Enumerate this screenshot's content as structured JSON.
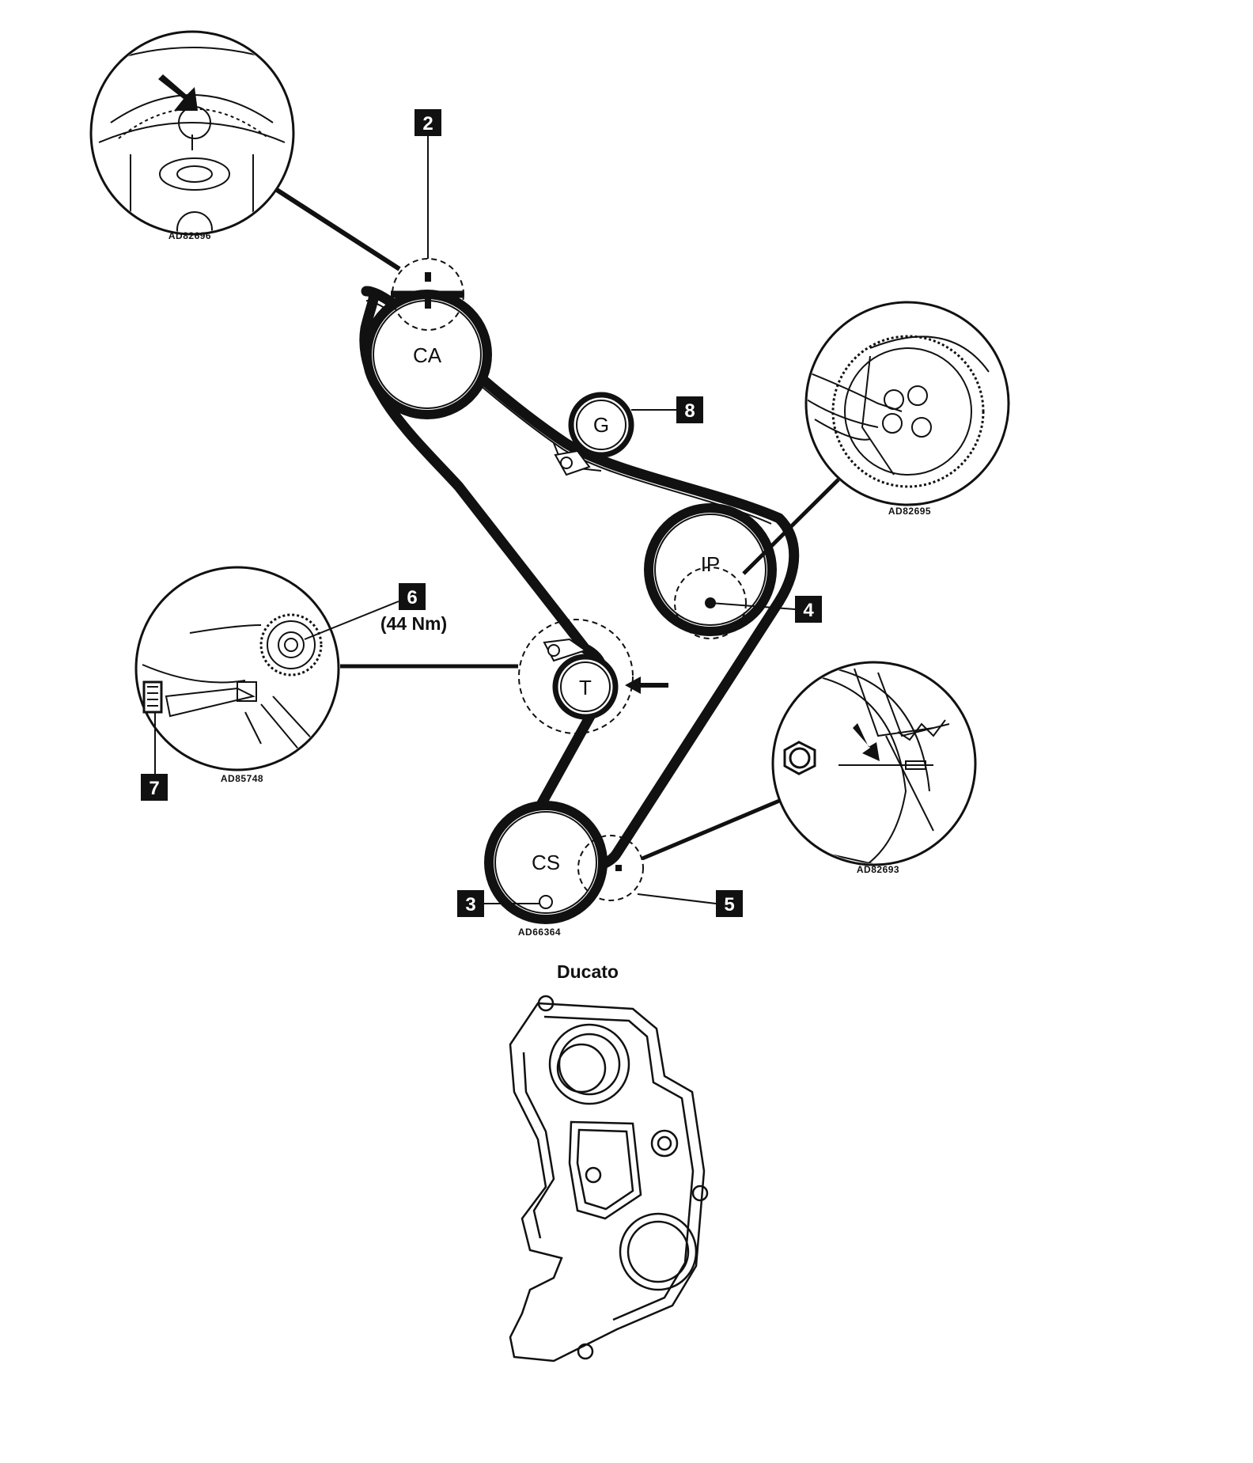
{
  "pulleys": {
    "camshaft": "CA",
    "idler": "G",
    "injection_pump": "IP",
    "tensioner": "T",
    "crankshaft": "CS"
  },
  "callouts": {
    "c2": "2",
    "c3": "3",
    "c4": "4",
    "c5": "5",
    "c6": "6",
    "c7": "7",
    "c8": "8"
  },
  "torque": "(44 Nm)",
  "detail_codes": {
    "camshaft_detail": "AD82696",
    "injection_pump_detail": "AD82695",
    "tensioner_detail": "AD85748",
    "crankshaft_detail": "AD82693",
    "main_diagram": "AD66364"
  },
  "cover_caption": "Ducato",
  "colors": {
    "ink": "#111111",
    "badge": "#111111",
    "paper": "#ffffff"
  }
}
